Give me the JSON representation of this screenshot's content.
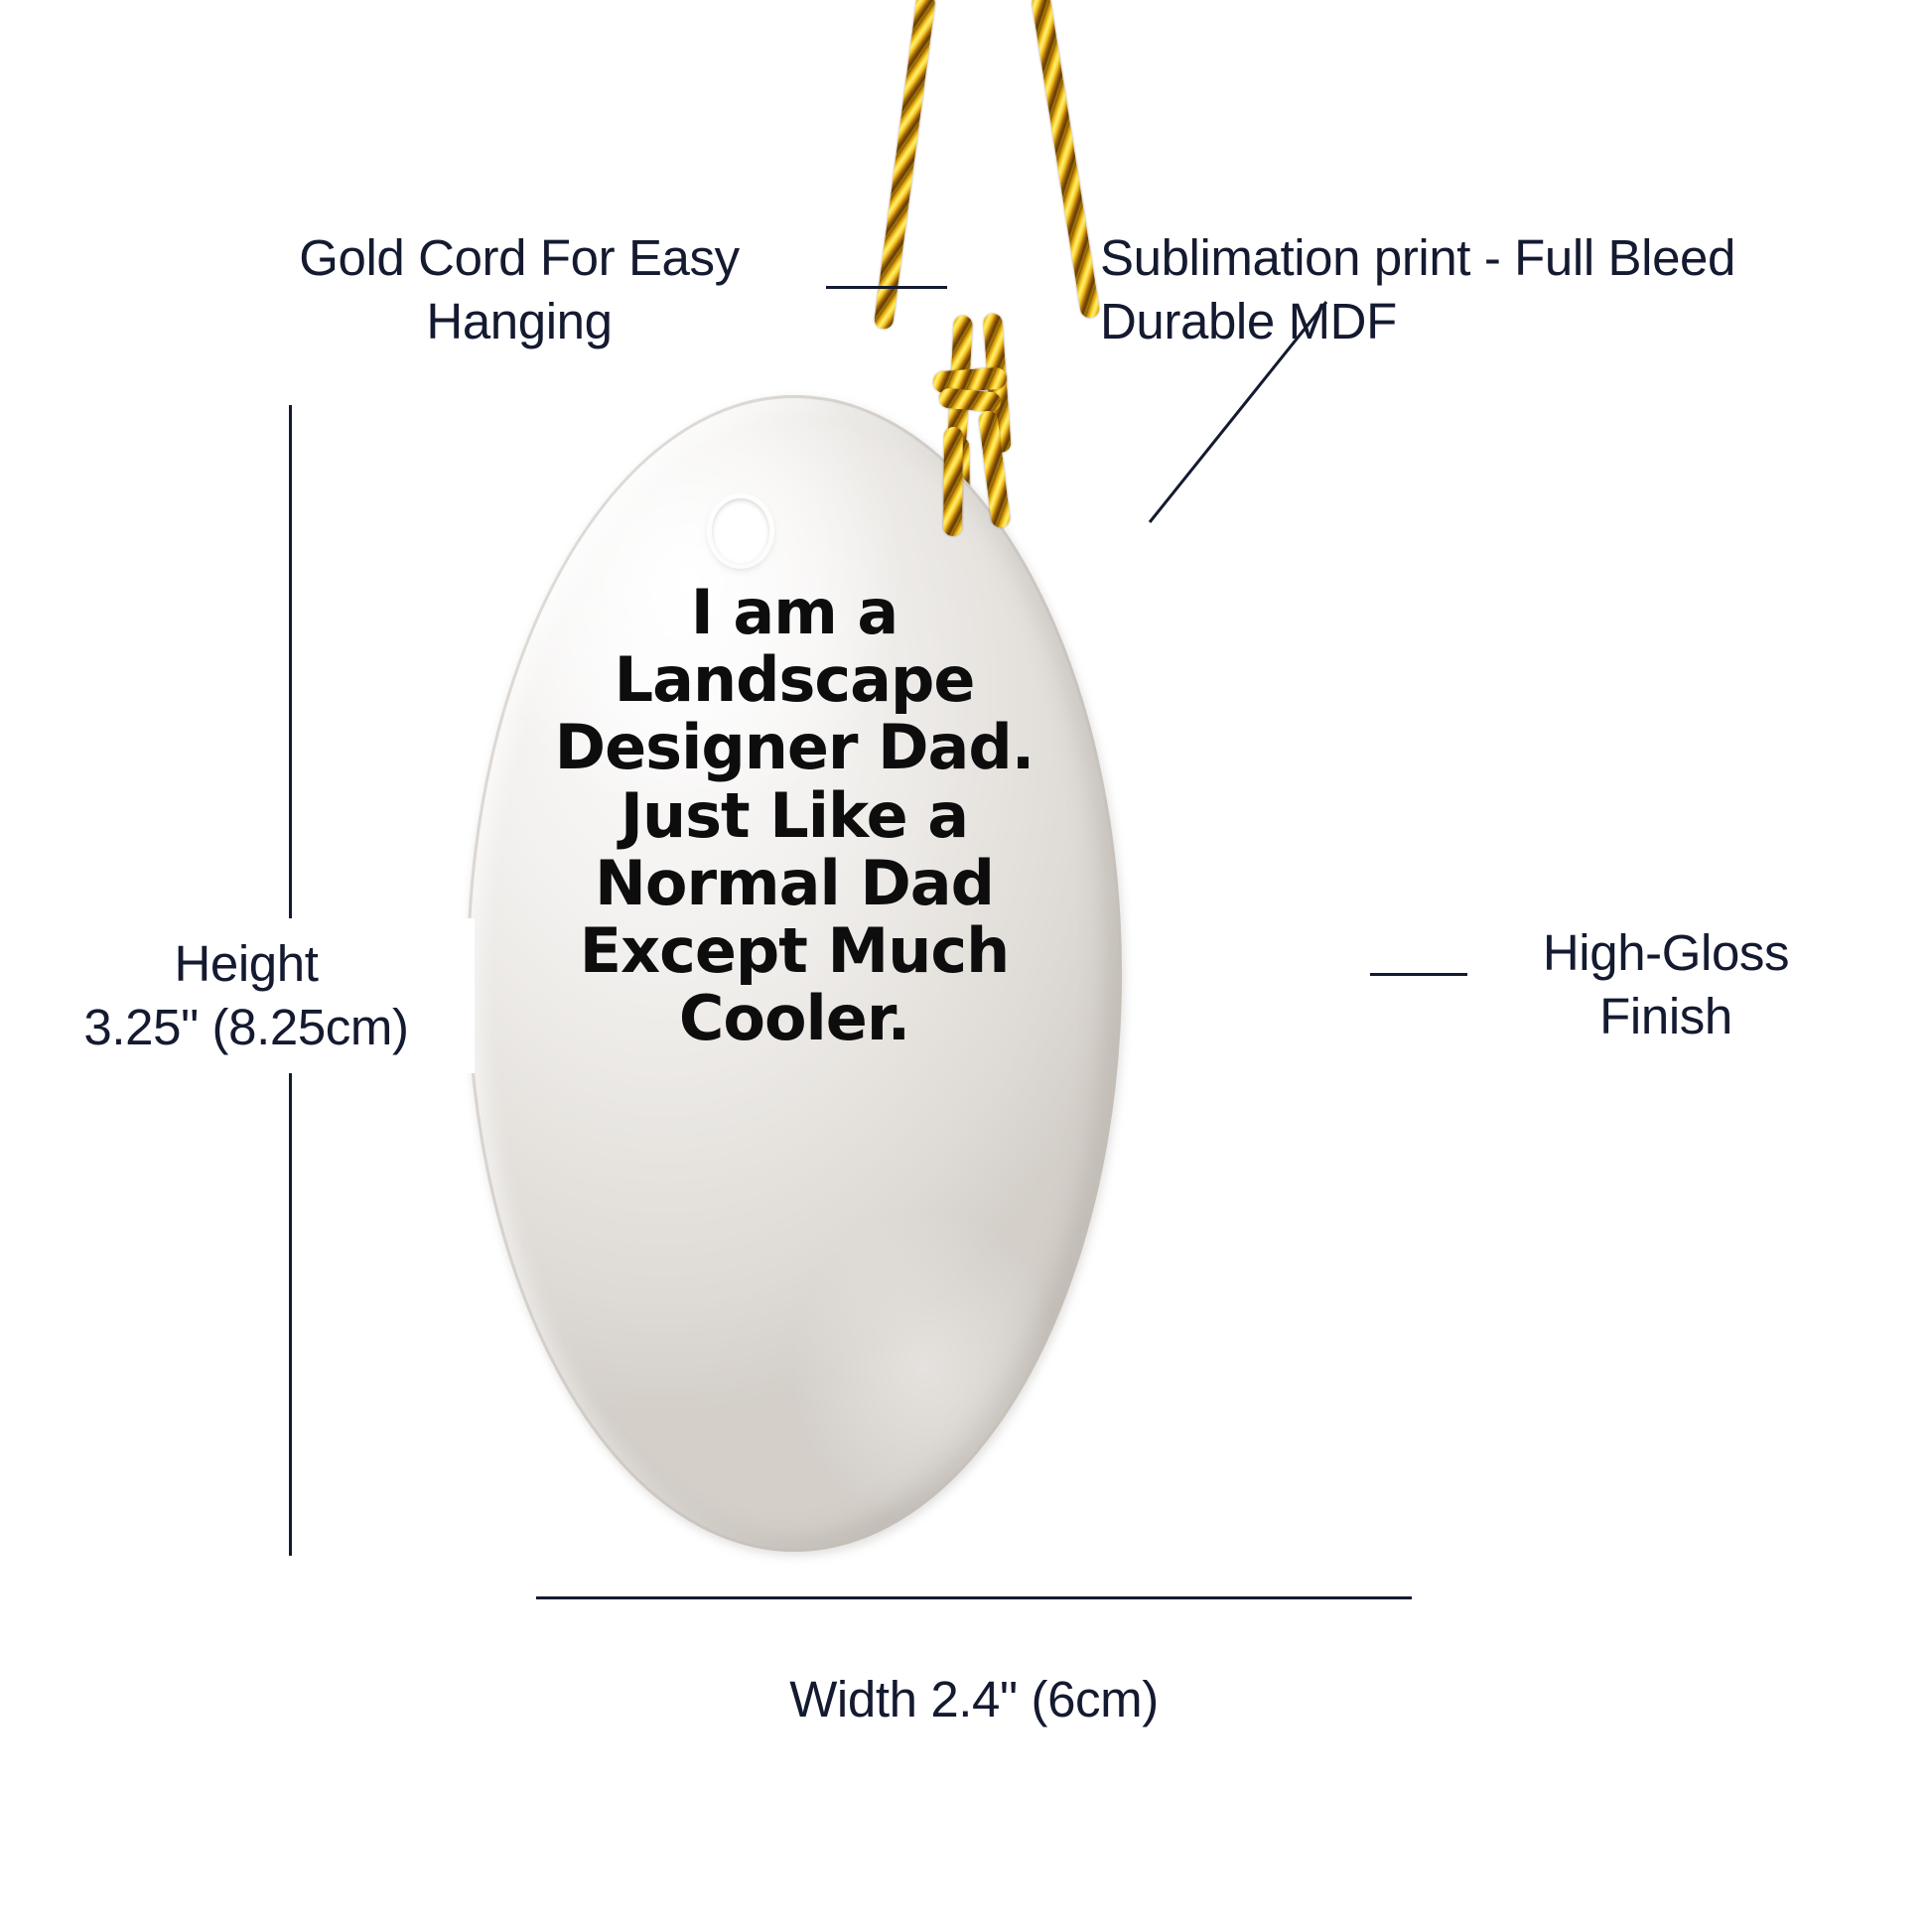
{
  "page": {
    "background_color": "#ffffff",
    "label_color": "#141a30",
    "ornament_text_color": "#0d0d0d",
    "cord_color": "#ffd62e"
  },
  "annotations": {
    "gold_cord": {
      "label": "Gold Cord For Easy\nHanging",
      "leader": "horizontal-leader-line"
    },
    "sublimation": {
      "label": "Sublimation print - Full Bleed\nDurable MDF",
      "leader": "diagonal-leader-line"
    },
    "high_gloss": {
      "label": "High-Gloss\nFinish",
      "leader": "horizontal-leader-line"
    }
  },
  "dimensions": {
    "height": {
      "label": "Height\n3.25\" (8.25cm)",
      "value": "3.25\"",
      "metric": "8.25cm"
    },
    "width": {
      "label": "Width 2.4\" (6cm)",
      "value": "2.4\"",
      "metric": "6cm"
    }
  },
  "product": {
    "shape": "oval-ornament",
    "printed_text": "I am a\nLandscape\nDesigner Dad.\nJust Like a\nNormal Dad\nExcept Much\nCooler.",
    "hole": "hanging-hole",
    "cord": "gold-braided-cord"
  }
}
